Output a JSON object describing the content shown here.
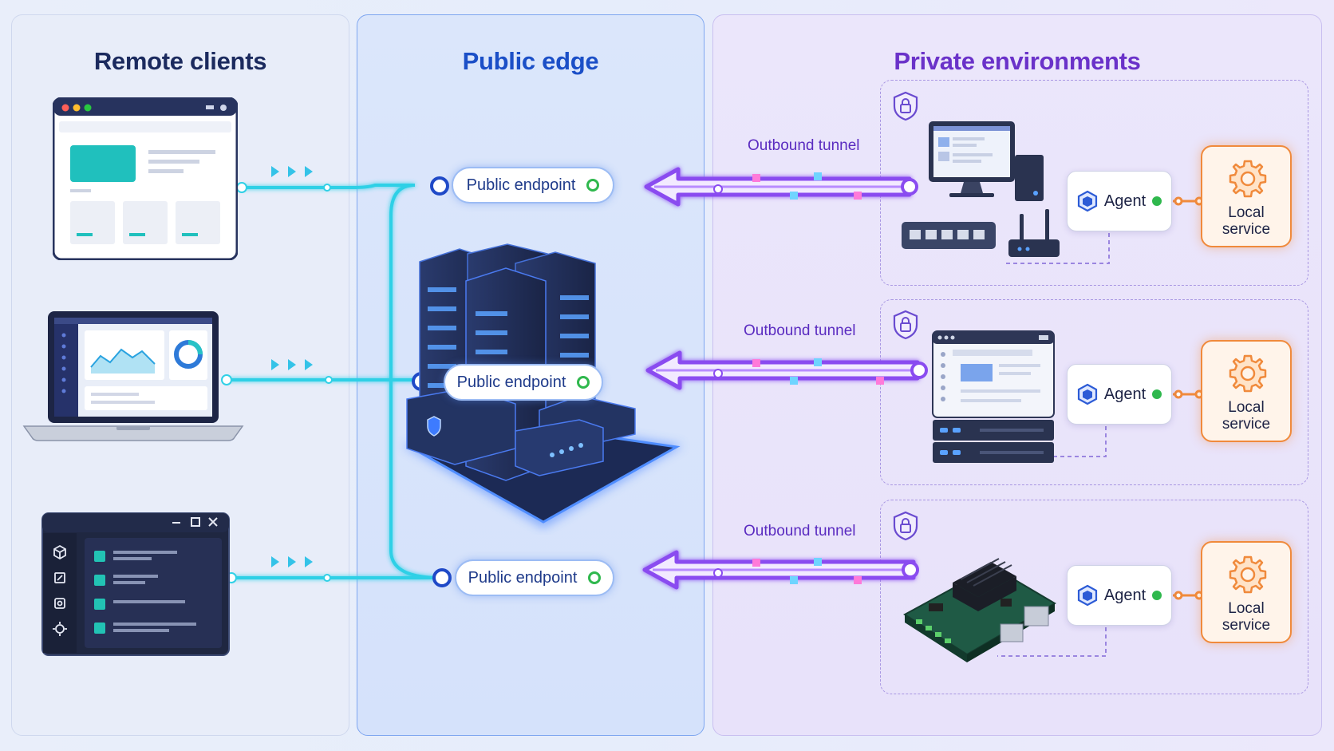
{
  "panels": {
    "clients_title": "Remote clients",
    "edge_title": "Public edge",
    "private_title": "Private environments"
  },
  "endpoints": [
    {
      "label": "Public endpoint"
    },
    {
      "label": "Public endpoint"
    },
    {
      "label": "Public endpoint"
    }
  ],
  "tunnels": [
    {
      "label": "Outbound tunnel"
    },
    {
      "label": "Outbound tunnel"
    },
    {
      "label": "Outbound tunnel"
    }
  ],
  "agents": [
    {
      "label": "Agent"
    },
    {
      "label": "Agent"
    },
    {
      "label": "Agent"
    }
  ],
  "local_services": [
    {
      "label": "Local\nservice"
    },
    {
      "label": "Local\nservice"
    },
    {
      "label": "Local\nservice"
    }
  ],
  "colors": {
    "client_link": "#2fd0e6",
    "tunnel": "#8a4cf0",
    "endpoint_border": "#9cbcf4",
    "status_ok": "#2fb84d",
    "local_service": "#f08a3c"
  },
  "icons": [
    "shield-lock-icon",
    "agent-cube-icon",
    "gear-icon",
    "play-arrow-icon",
    "window-min-icon",
    "window-max-icon",
    "window-close-icon"
  ]
}
